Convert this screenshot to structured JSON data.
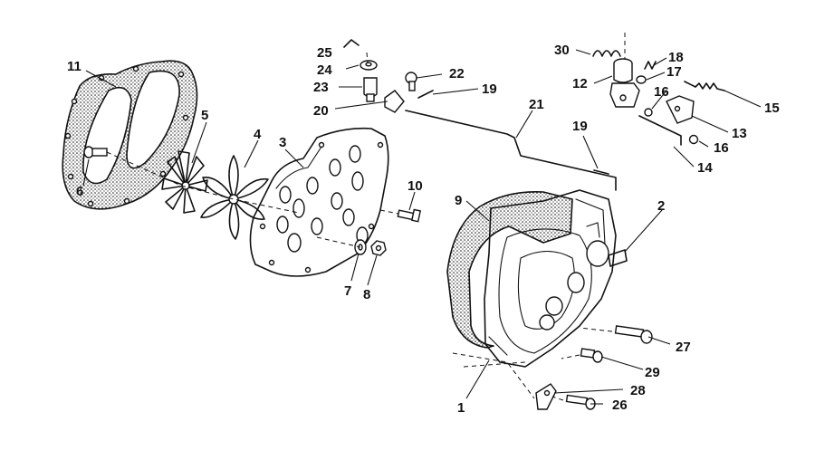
{
  "callouts": {
    "c1": "1",
    "c2": "2",
    "c3": "3",
    "c4": "4",
    "c5": "5",
    "c6": "6",
    "c7": "7",
    "c8": "8",
    "c9": "9",
    "c10": "10",
    "c11": "11",
    "c12": "12",
    "c13": "13",
    "c14": "14",
    "c15": "15",
    "c16a": "16",
    "c16b": "16",
    "c17": "17",
    "c18": "18",
    "c19a": "19",
    "c19b": "19",
    "c20": "20",
    "c21": "21",
    "c22": "22",
    "c23": "23",
    "c24": "24",
    "c25": "25",
    "c26": "26",
    "c27": "27",
    "c28": "28",
    "c29": "29",
    "c30": "30"
  },
  "colors": {
    "ink": "#111111",
    "paper": "#ffffff"
  }
}
